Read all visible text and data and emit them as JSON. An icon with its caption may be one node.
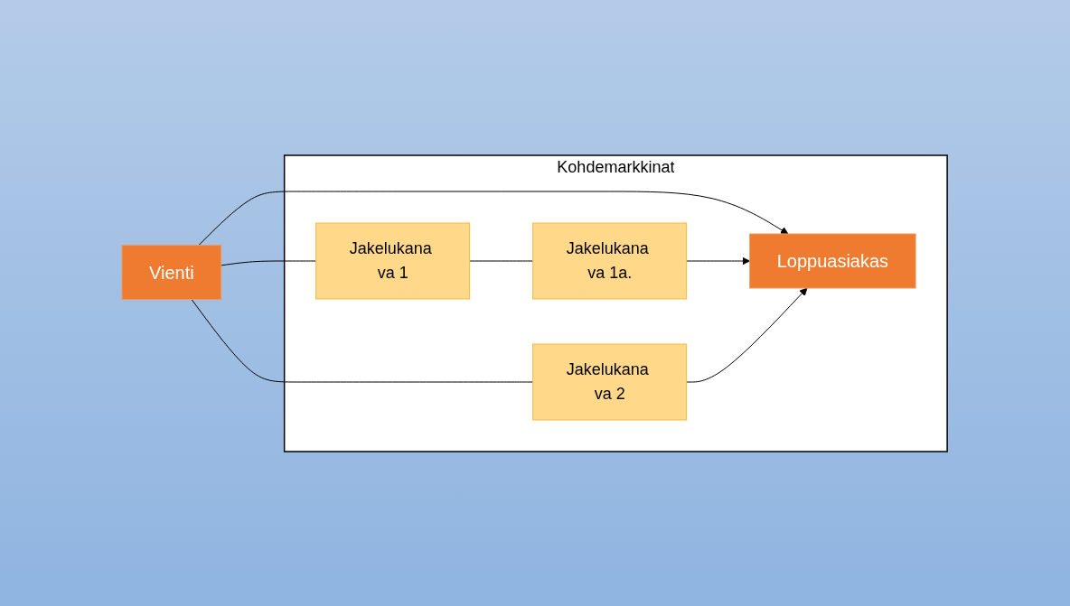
{
  "diagram": {
    "nodes": [
      {
        "text": [
          "Vienti"
        ]
      },
      {
        "text": [
          "Kohdemarkkinat"
        ]
      },
      {
        "text": [
          "Loppuasiakas"
        ],
        "in": 1
      },
      {
        "text": [
          "Jakelukana va 1"
        ],
        "in": 1
      },
      {
        "text": [
          "Jakelukana va 1a."
        ],
        "in": 1
      },
      {
        "text": [
          "Jakelukana va 2"
        ],
        "in": 1
      }
    ],
    "edges": [
      {
        "from": 0,
        "to": 2,
        "arrow": "to"
      },
      {
        "from": 0,
        "to": 3,
        "arrow": "none"
      },
      {
        "from": 3,
        "to": 4,
        "arrow": "none"
      },
      {
        "from": 4,
        "to": 2,
        "arrow": "to"
      },
      {
        "from": 0,
        "to": 5,
        "arrow": "none"
      },
      {
        "from": 5,
        "to": 2,
        "arrow": "to"
      }
    ]
  }
}
